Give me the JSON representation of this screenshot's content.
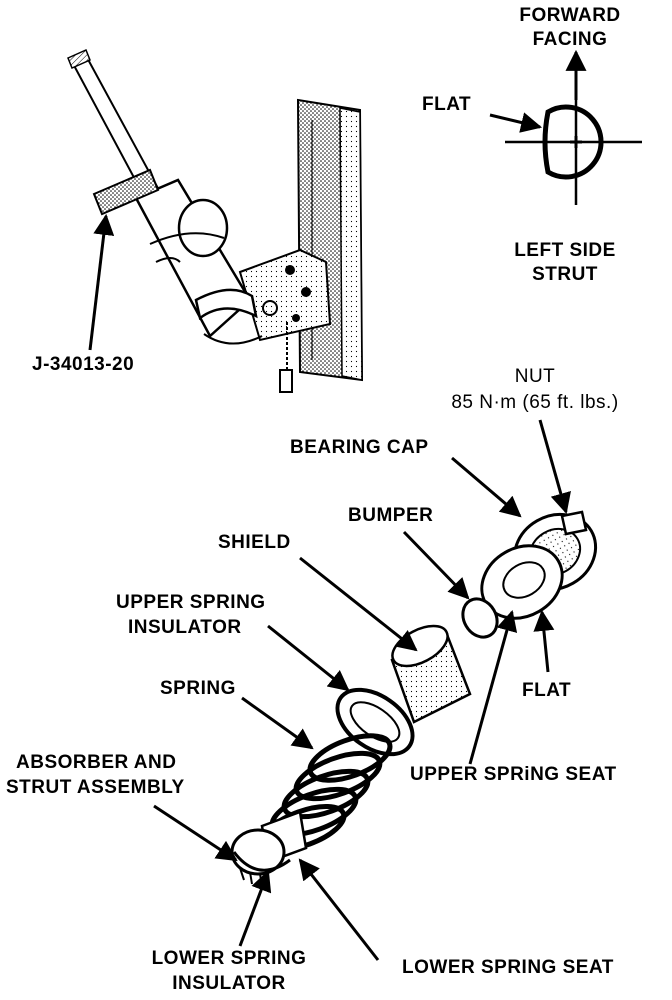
{
  "orientation": {
    "forward_line1": "FORWARD",
    "forward_line2": "FACING",
    "flat": "FLAT",
    "left_line1": "LEFT SIDE",
    "left_line2": "STRUT"
  },
  "tool": {
    "label": "J-34013-20"
  },
  "parts": {
    "nut_line1": "NUT",
    "nut_line2": "85 N·m (65 ft. lbs.)",
    "bearing_cap": "BEARING CAP",
    "bumper": "BUMPER",
    "shield": "SHIELD",
    "upper_insulator_line1": "UPPER SPRING",
    "upper_insulator_line2": "INSULATOR",
    "spring": "SPRING",
    "absorber_line1": "ABSORBER AND",
    "absorber_line2": "STRUT ASSEMBLY",
    "flat": "FLAT",
    "upper_seat": "UPPER SPRiNG SEAT",
    "lower_insulator_line1": "LOWER SPRING",
    "lower_insulator_line2": "INSULATOR",
    "lower_seat": "LOWER SPRING SEAT"
  },
  "colors": {
    "ink": "#000000",
    "paper": "#ffffff"
  }
}
